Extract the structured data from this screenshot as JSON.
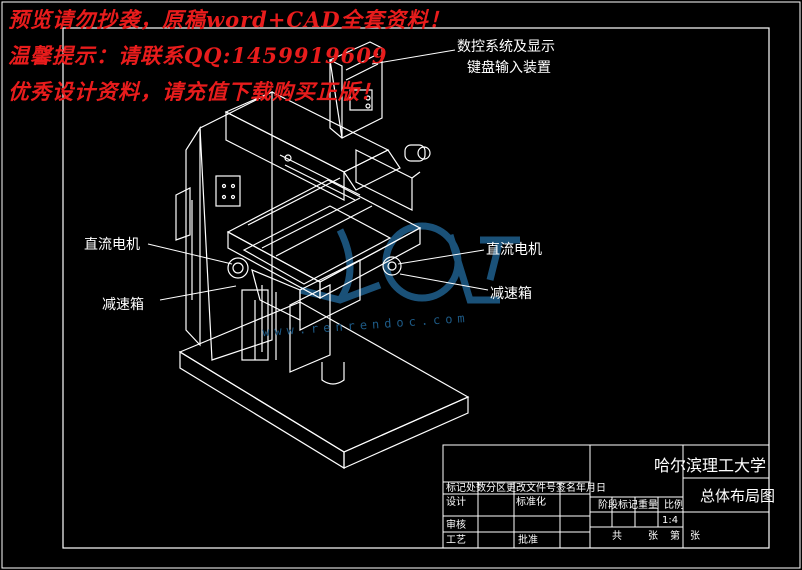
{
  "watermark": {
    "line1": "预览请勿抄袭，原稿word+CAD全套资料！",
    "line2": "温馨提示：请联系QQ:1459919609",
    "line3": "优秀设计资料，请充值下载购买正版！",
    "site_url": "www.renrendoc.com"
  },
  "callouts": {
    "cnc_display_line1": "数控系统及显示",
    "cnc_display_line2": "键盘输入装置",
    "dc_motor_left": "直流电机",
    "reducer_left": "减速箱",
    "dc_motor_right": "直流电机",
    "reducer_right": "减速箱"
  },
  "title_block": {
    "school": "哈尔滨理工大学",
    "drawing_title": "总体布局图",
    "rev_headers": "标记处数分区更改文件号签名年月日",
    "design": "设计",
    "standardize": "标准化",
    "review": "审核",
    "process": "工艺",
    "approve": "批准",
    "stage_mark": "阶段标记",
    "weight": "重量",
    "scale": "比例",
    "scale_value": "1:4",
    "total": "共",
    "sheets": "张",
    "page_no": "第",
    "sheet_end": "张"
  },
  "colors": {
    "background": "#000000",
    "lines": "#ffffff",
    "watermark_text": "#e81c1c",
    "logo_watermark": "#1d5a86"
  }
}
